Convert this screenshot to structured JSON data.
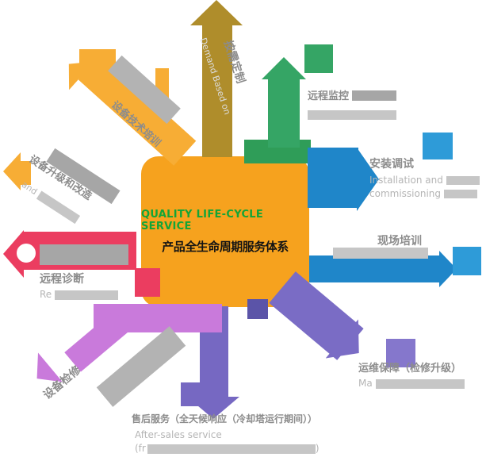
{
  "colors": {
    "orange": "#F6A21E",
    "gold": "#AF8D2B",
    "yellow": "#F7AD35",
    "green": "#35A565",
    "green2": "#2F9D58",
    "blue": "#1F86C9",
    "blue2": "#2E9BD8",
    "purple": "#7A6CC5",
    "purple2": "#8577CC",
    "purple3": "#7668C2",
    "indigo": "#5B54A8",
    "orchid": "#C97ADB",
    "red": "#EB3D60",
    "title_green": "#12A537",
    "zh_dark": "#141414",
    "label_dark": "#8C8C8C",
    "label_light": "#B5B5B5",
    "bar_dark": "#A6A6A6",
    "bar_mid": "#B3B3B3",
    "bar_light": "#C6C6C6"
  },
  "center": {
    "title_en": "QUALITY LIFE-CYCLE SERVICE",
    "title_zh": "产品全生命周期服务体系"
  },
  "nodes": {
    "demand": {
      "zh": "按需定制",
      "en": "Demand Based on"
    },
    "tech_training": {
      "zh": "设备技术培训"
    },
    "upgrade": {
      "zh": "设备升级和改造",
      "en_partial": "and"
    },
    "monitoring": {
      "zh": "远程监控"
    },
    "installation": {
      "zh": "安装调试",
      "en_line1": "Installation and",
      "en_line2": "commissioning"
    },
    "training": {
      "zh": "现场培训"
    },
    "maintenance": {
      "zh": "运维保障（检修升级）",
      "en_partial": "Ma"
    },
    "aftersales": {
      "zh": "售后服务（全天候响应（冷却塔运行期间））",
      "en_line1": "After-sales service",
      "en_line2_prefix": "(fr",
      "en_line2_suffix": ")"
    },
    "overhaul": {
      "zh": "设备检修"
    },
    "diagnosis": {
      "zh": "远程诊断",
      "en_partial": "Re"
    }
  }
}
